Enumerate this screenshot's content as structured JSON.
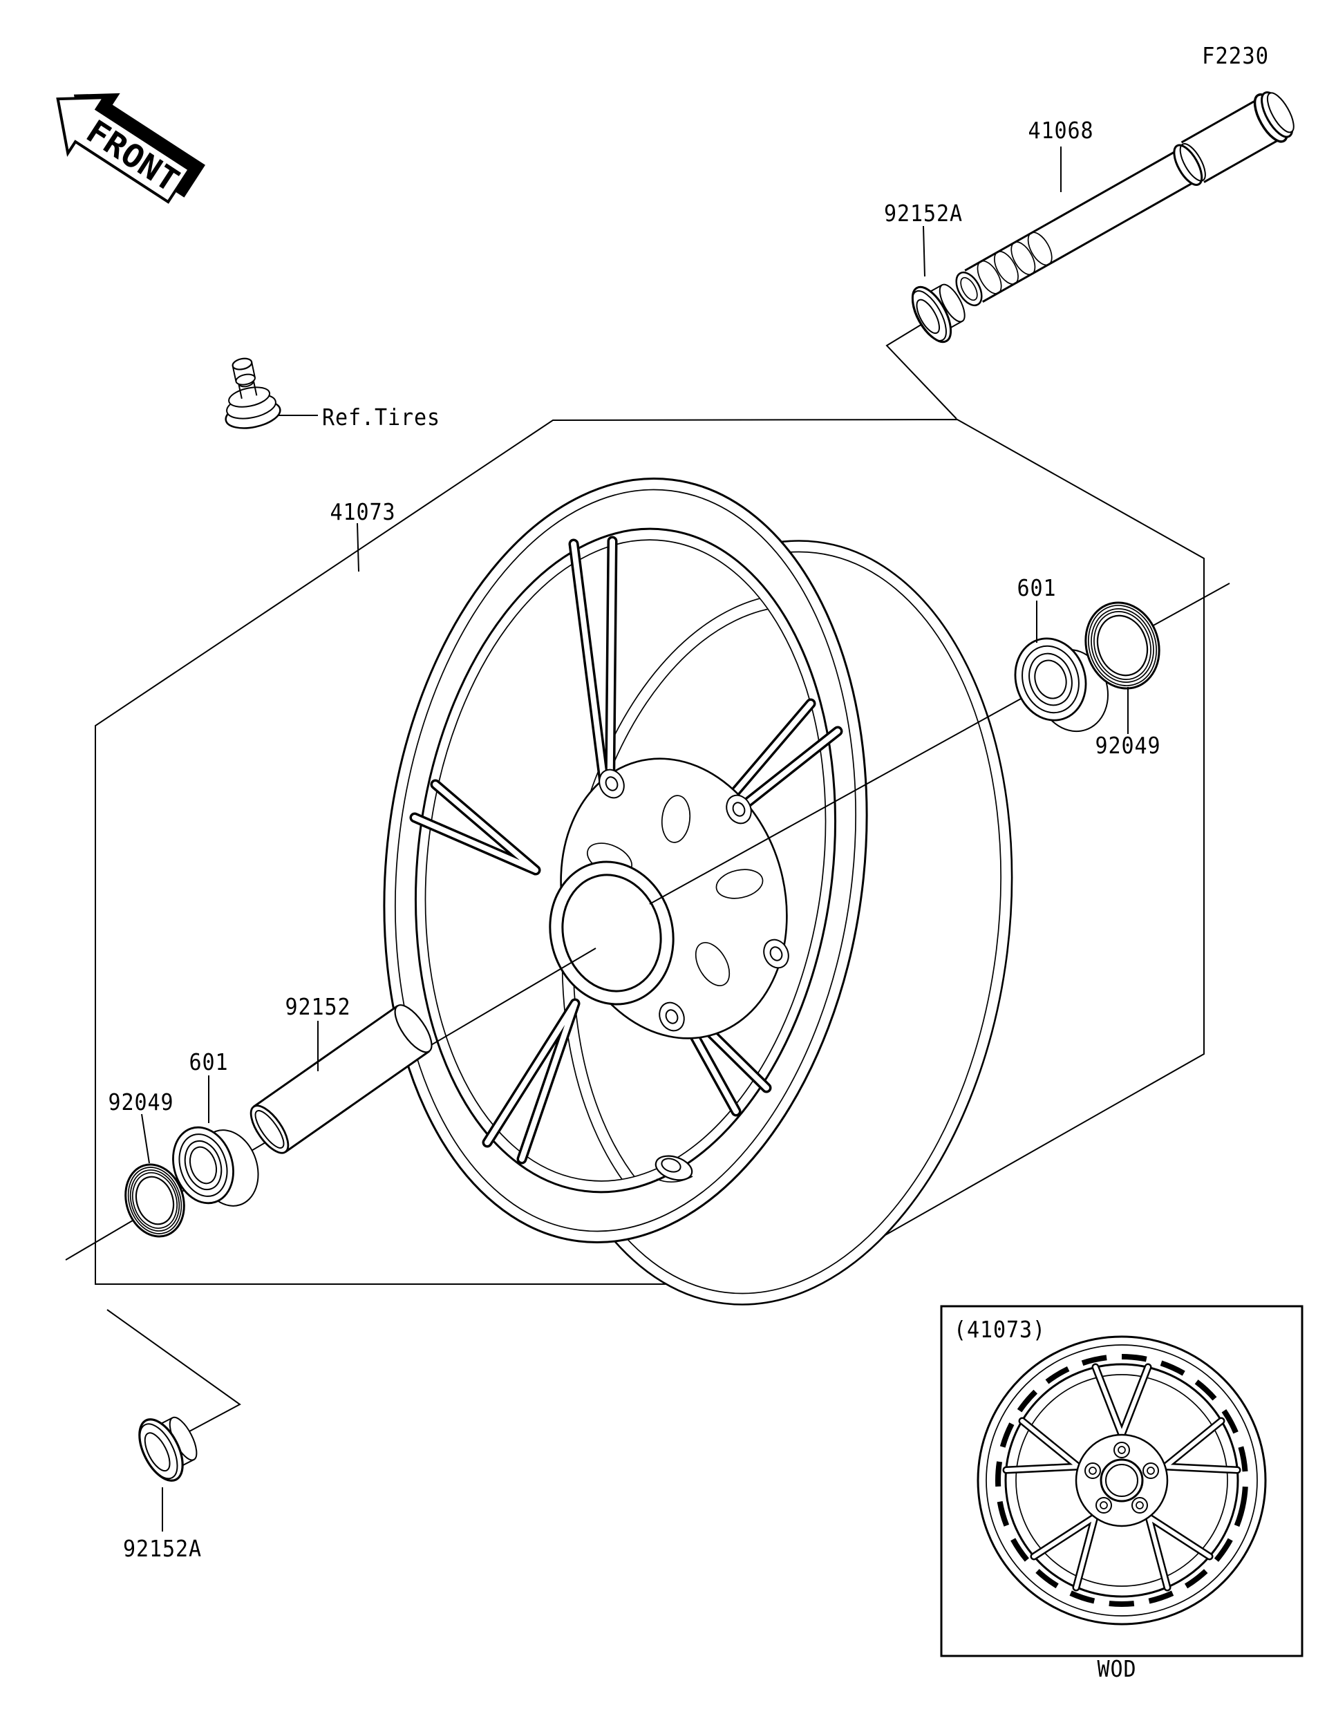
{
  "figure": {
    "code": "F2230",
    "front_marker": "FRONT",
    "ref_label": "Ref.Tires",
    "inset_title": "(41073)",
    "footer_code": "WOD"
  },
  "callouts": {
    "axle": "41068",
    "collar_top": "92152A",
    "wheel": "41073",
    "bearing_right": "601",
    "seal_right": "92049",
    "spacer": "92152",
    "bearing_left": "601",
    "seal_left": "92049",
    "collar_bottom": "92152A"
  },
  "colors": {
    "line": "#000000",
    "background": "#ffffff"
  }
}
